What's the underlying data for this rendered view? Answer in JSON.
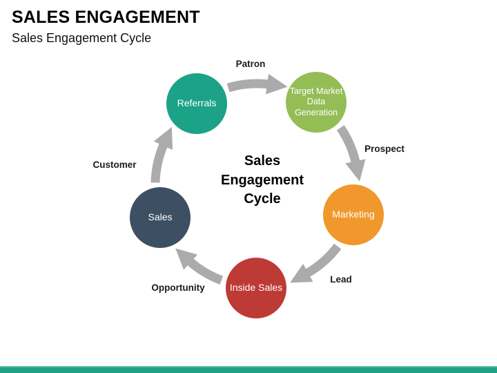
{
  "slide": {
    "title": "SALES ENGAGEMENT",
    "subtitle": "Sales Engagement Cycle"
  },
  "diagram": {
    "center_label": "Sales\nEngagement\nCycle",
    "arrow_color": "#ABABAB",
    "nodes": [
      {
        "label": "Referrals",
        "color": "#1BA287"
      },
      {
        "label": "Target Market Data Generation",
        "color": "#94BD56"
      },
      {
        "label": "Marketing",
        "color": "#F0982B"
      },
      {
        "label": "Inside Sales",
        "color": "#BE3A34"
      },
      {
        "label": "Sales",
        "color": "#3D4F63"
      }
    ],
    "flows": [
      {
        "from": "Referrals",
        "to": "Target Market Data Generation",
        "label": "Patron"
      },
      {
        "from": "Target Market Data Generation",
        "to": "Marketing",
        "label": "Prospect"
      },
      {
        "from": "Marketing",
        "to": "Inside Sales",
        "label": "Lead"
      },
      {
        "from": "Inside Sales",
        "to": "Sales",
        "label": "Opportunity"
      },
      {
        "from": "Sales",
        "to": "Referrals",
        "label": "Customer"
      }
    ]
  },
  "footer": {
    "bar_color": "#21A185"
  }
}
